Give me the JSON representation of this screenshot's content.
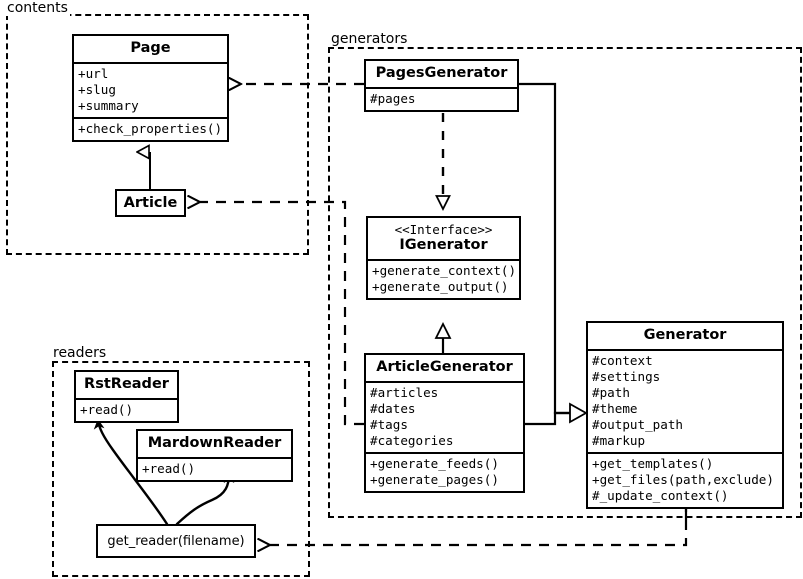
{
  "diagram": {
    "title": "UML class diagram",
    "background": "#ffffff",
    "line_color": "#000000"
  },
  "packages": [
    {
      "id": "contents",
      "label": "contents"
    },
    {
      "id": "generators",
      "label": "generators"
    },
    {
      "id": "readers",
      "label": "readers"
    }
  ],
  "classes": {
    "page": {
      "name": "Page",
      "attributes": [
        "+url",
        "+slug",
        "+summary"
      ],
      "operations": [
        "+check_properties()"
      ]
    },
    "article": {
      "name": "Article",
      "attributes": [],
      "operations": []
    },
    "pages_generator": {
      "name": "PagesGenerator",
      "attributes": [
        "#pages"
      ],
      "operations": []
    },
    "igenerator": {
      "stereotype": "<<Interface>>",
      "name": "IGenerator",
      "attributes": [],
      "operations": [
        "+generate_context()",
        "+generate_output()"
      ]
    },
    "article_generator": {
      "name": "ArticleGenerator",
      "attributes": [
        "#articles",
        "#dates",
        "#tags",
        "#categories"
      ],
      "operations": [
        "+generate_feeds()",
        "+generate_pages()"
      ]
    },
    "generator": {
      "name": "Generator",
      "attributes": [
        "#context",
        "#settings",
        "#path",
        "#theme",
        "#output_path",
        "#markup"
      ],
      "operations": [
        "+get_templates()",
        "+get_files(path,exclude)",
        "#_update_context()"
      ]
    },
    "rst_reader": {
      "name": "RstReader",
      "attributes": [],
      "operations": [
        "+read()"
      ]
    },
    "mardown_reader": {
      "name": "MardownReader",
      "attributes": [],
      "operations": [
        "+read()"
      ]
    },
    "get_reader": {
      "name": "get_reader(filename)"
    }
  },
  "relationships": [
    {
      "from": "article",
      "to": "page",
      "kind": "generalization"
    },
    {
      "from": "pages_generator",
      "to": "igenerator",
      "kind": "realization"
    },
    {
      "from": "article_generator",
      "to": "igenerator",
      "kind": "generalization"
    },
    {
      "from": "pages_generator",
      "to": "generator",
      "kind": "generalization"
    },
    {
      "from": "article_generator",
      "to": "generator",
      "kind": "generalization"
    },
    {
      "from": "pages_generator",
      "to": "page",
      "kind": "dependency"
    },
    {
      "from": "article_generator",
      "to": "article",
      "kind": "dependency"
    },
    {
      "from": "generator",
      "to": "get_reader",
      "kind": "dependency"
    },
    {
      "from": "get_reader",
      "to": "rst_reader",
      "kind": "call"
    },
    {
      "from": "get_reader",
      "to": "mardown_reader",
      "kind": "call"
    }
  ]
}
